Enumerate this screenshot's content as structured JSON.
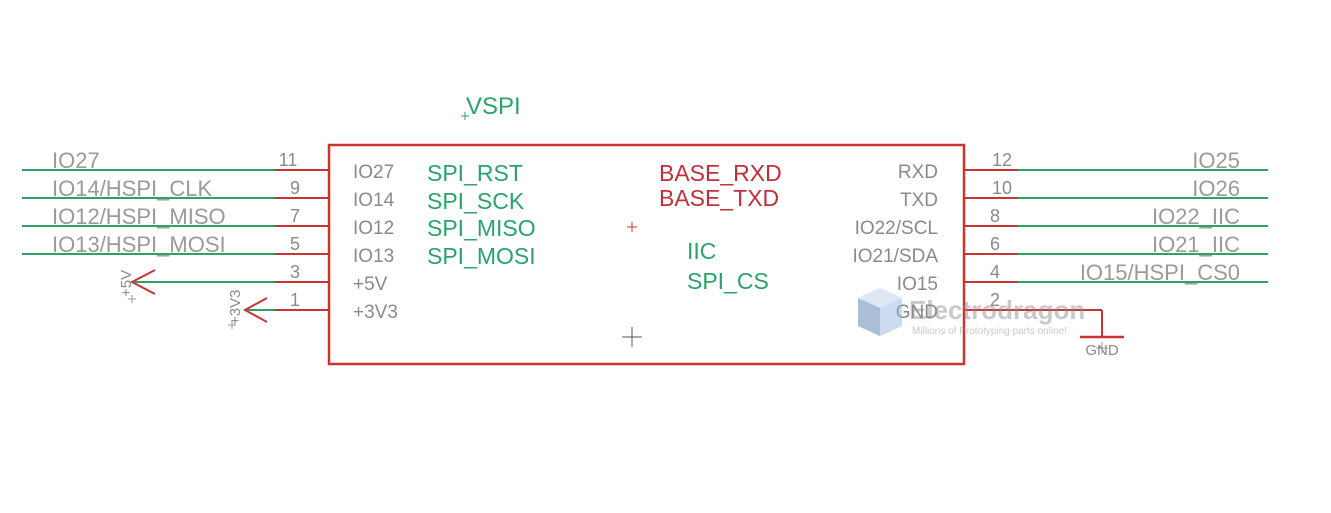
{
  "title": "VSPI",
  "colors": {
    "body": "#cc3333",
    "net": "#2aa36b",
    "pin_text": "#8a8a8a",
    "net_label": "#9a9a9a",
    "red_label": "#c0303a",
    "green_label": "#2aa36b",
    "gnd": "#cc3333"
  },
  "left_pins": [
    {
      "num": "11",
      "name": "IO27",
      "net": "IO27"
    },
    {
      "num": "9",
      "name": "IO14",
      "net": "IO14/HSPI_CLK"
    },
    {
      "num": "7",
      "name": "IO12",
      "net": "IO12/HSPI_MISO"
    },
    {
      "num": "5",
      "name": "IO13",
      "net": "IO13/HSPI_MOSI"
    },
    {
      "num": "3",
      "name": "+5V",
      "net": "+5V"
    },
    {
      "num": "1",
      "name": "+3V3",
      "net": "+3V3"
    }
  ],
  "right_pins": [
    {
      "num": "12",
      "name": "RXD",
      "net": "IO25"
    },
    {
      "num": "10",
      "name": "TXD",
      "net": "IO26"
    },
    {
      "num": "8",
      "name": "IO22/SCL",
      "net": "IO22_IIC"
    },
    {
      "num": "6",
      "name": "IO21/SDA",
      "net": "IO21_IIC"
    },
    {
      "num": "4",
      "name": "IO15",
      "net": "IO15/HSPI_CS0"
    },
    {
      "num": "2",
      "name": "GND",
      "net": "GND"
    }
  ],
  "green_labels": [
    "SPI_RST",
    "SPI_SCK",
    "SPI_MISO",
    "SPI_MOSI",
    "IIC",
    "SPI_CS"
  ],
  "red_labels": [
    "BASE_RXD",
    "BASE_TXD"
  ],
  "watermark": {
    "brand": "Electrodragon",
    "tagline": "Millions of Prototyping parts online!"
  }
}
